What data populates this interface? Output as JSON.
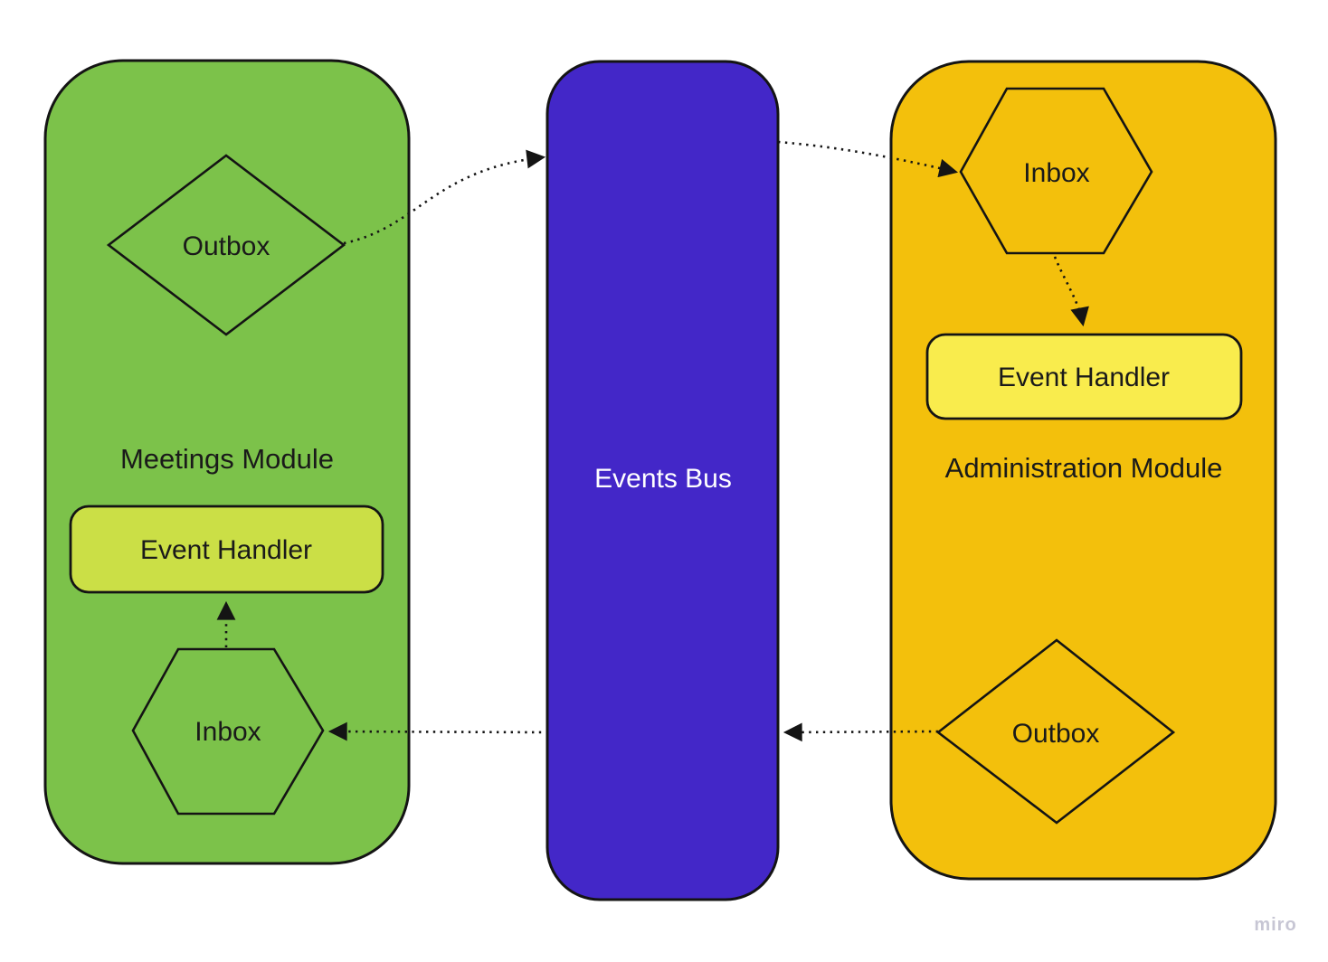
{
  "canvas": {
    "watermark": "miro"
  },
  "colors": {
    "module_green": "#7CC24A",
    "handler_green": "#CBDF46",
    "bus_blue": "#4327C8",
    "module_amber": "#F3C00C",
    "handler_yellow": "#F9EC4D",
    "stroke": "#141414",
    "text_dark": "#1A1A1A",
    "text_light": "#FFFFFF",
    "watermark_gray": "#C7C6D4"
  },
  "meetings_module": {
    "title": "Meetings Module",
    "outbox_label": "Outbox",
    "event_handler_label": "Event Handler",
    "inbox_label": "Inbox"
  },
  "events_bus": {
    "title": "Events Bus"
  },
  "administration_module": {
    "title": "Administration Module",
    "inbox_label": "Inbox",
    "event_handler_label": "Event Handler",
    "outbox_label": "Outbox"
  }
}
